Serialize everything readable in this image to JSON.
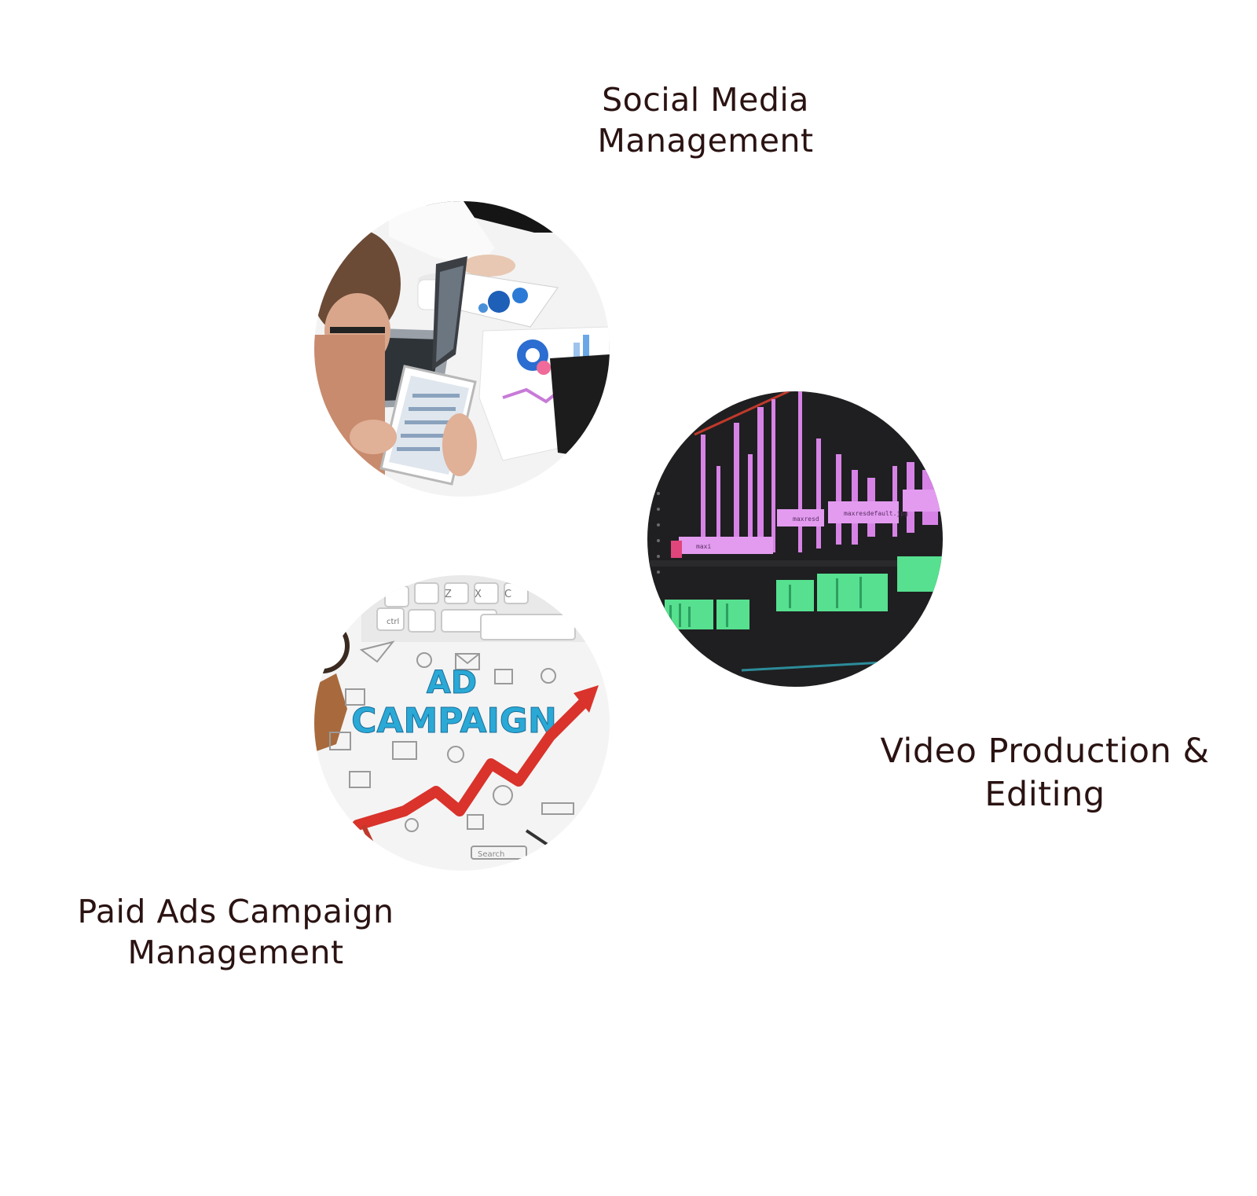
{
  "services": [
    {
      "id": "social",
      "title_lines": [
        "Social Media",
        "Management"
      ],
      "image_icon": "office-analytics-photo"
    },
    {
      "id": "video",
      "title_lines": [
        "Video Production &",
        "Editing"
      ],
      "image_icon": "video-editing-timeline-photo",
      "image_labels": [
        "maxresdefault.jpg",
        "maxresd",
        "maxi"
      ]
    },
    {
      "id": "ads",
      "title_lines": [
        "Paid Ads Campaign",
        "Management"
      ],
      "image_icon": "ad-campaign-sketch-photo",
      "image_text": [
        "AD",
        "CAMPAIGN",
        "Search"
      ],
      "keyboard_keys": [
        "Z",
        "X",
        "C",
        "ctrl"
      ]
    }
  ]
}
